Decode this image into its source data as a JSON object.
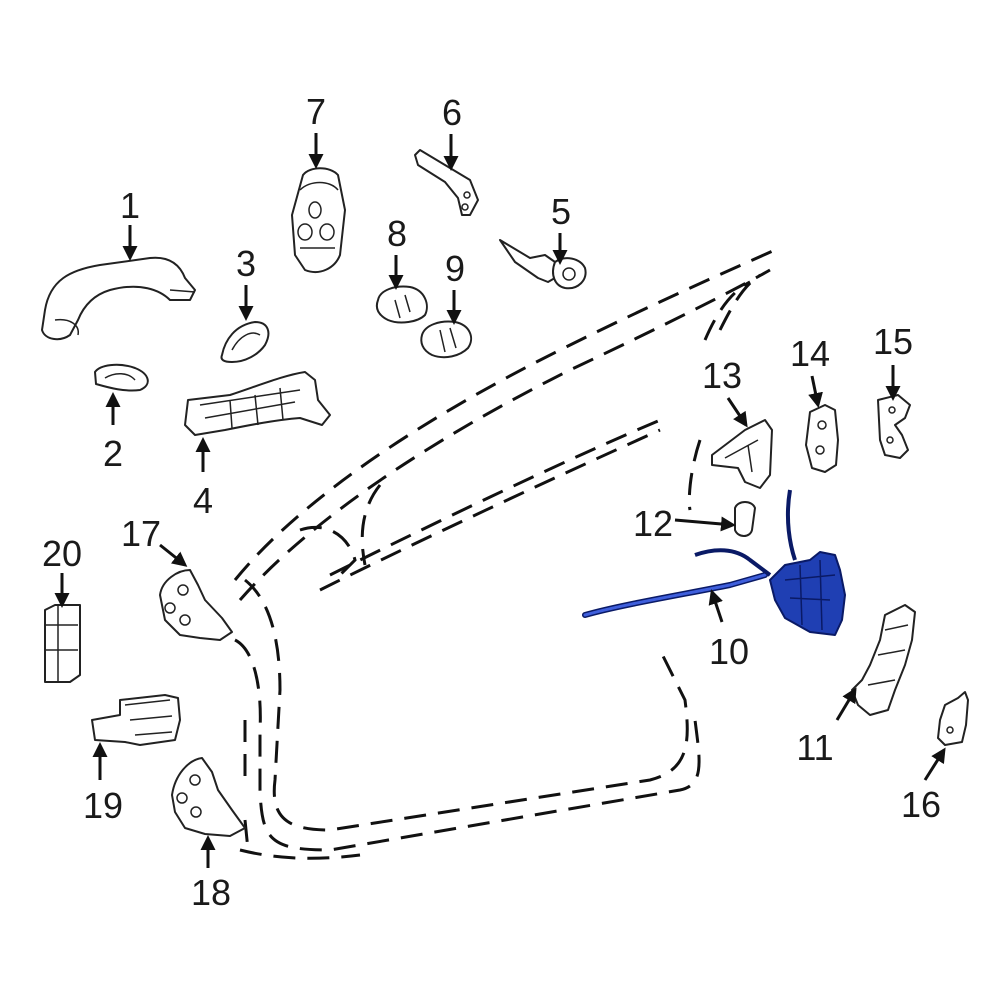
{
  "callouts": {
    "c1": "1",
    "c2": "2",
    "c3": "3",
    "c4": "4",
    "c5": "5",
    "c6": "6",
    "c7": "7",
    "c8": "8",
    "c9": "9",
    "c10": "10",
    "c11": "11",
    "c12": "12",
    "c13": "13",
    "c14": "14",
    "c15": "15",
    "c16": "16",
    "c17": "17",
    "c18": "18",
    "c19": "19",
    "c20": "20"
  },
  "highlighted_part": "10",
  "colors": {
    "highlight": "#1f3fb3",
    "line": "#111111",
    "background": "#ffffff"
  }
}
